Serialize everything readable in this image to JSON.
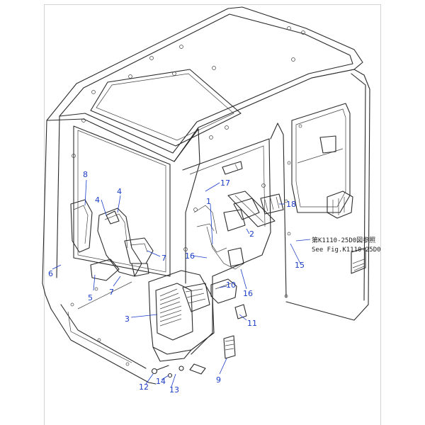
{
  "callouts": [
    "1",
    "2",
    "3",
    "4",
    "4",
    "5",
    "6",
    "7",
    "7",
    "8",
    "9",
    "10",
    "11",
    "12",
    "13",
    "14",
    "15",
    "16",
    "16",
    "17",
    "18"
  ],
  "reference_note": {
    "line1": "第K1110-25D0図参照",
    "line2": "See Fig.K1110-25D0"
  },
  "colors": {
    "callout_text": "#1a3cc8",
    "line_art": "#2a2a2a",
    "frame_border": "#d4d4d4"
  }
}
